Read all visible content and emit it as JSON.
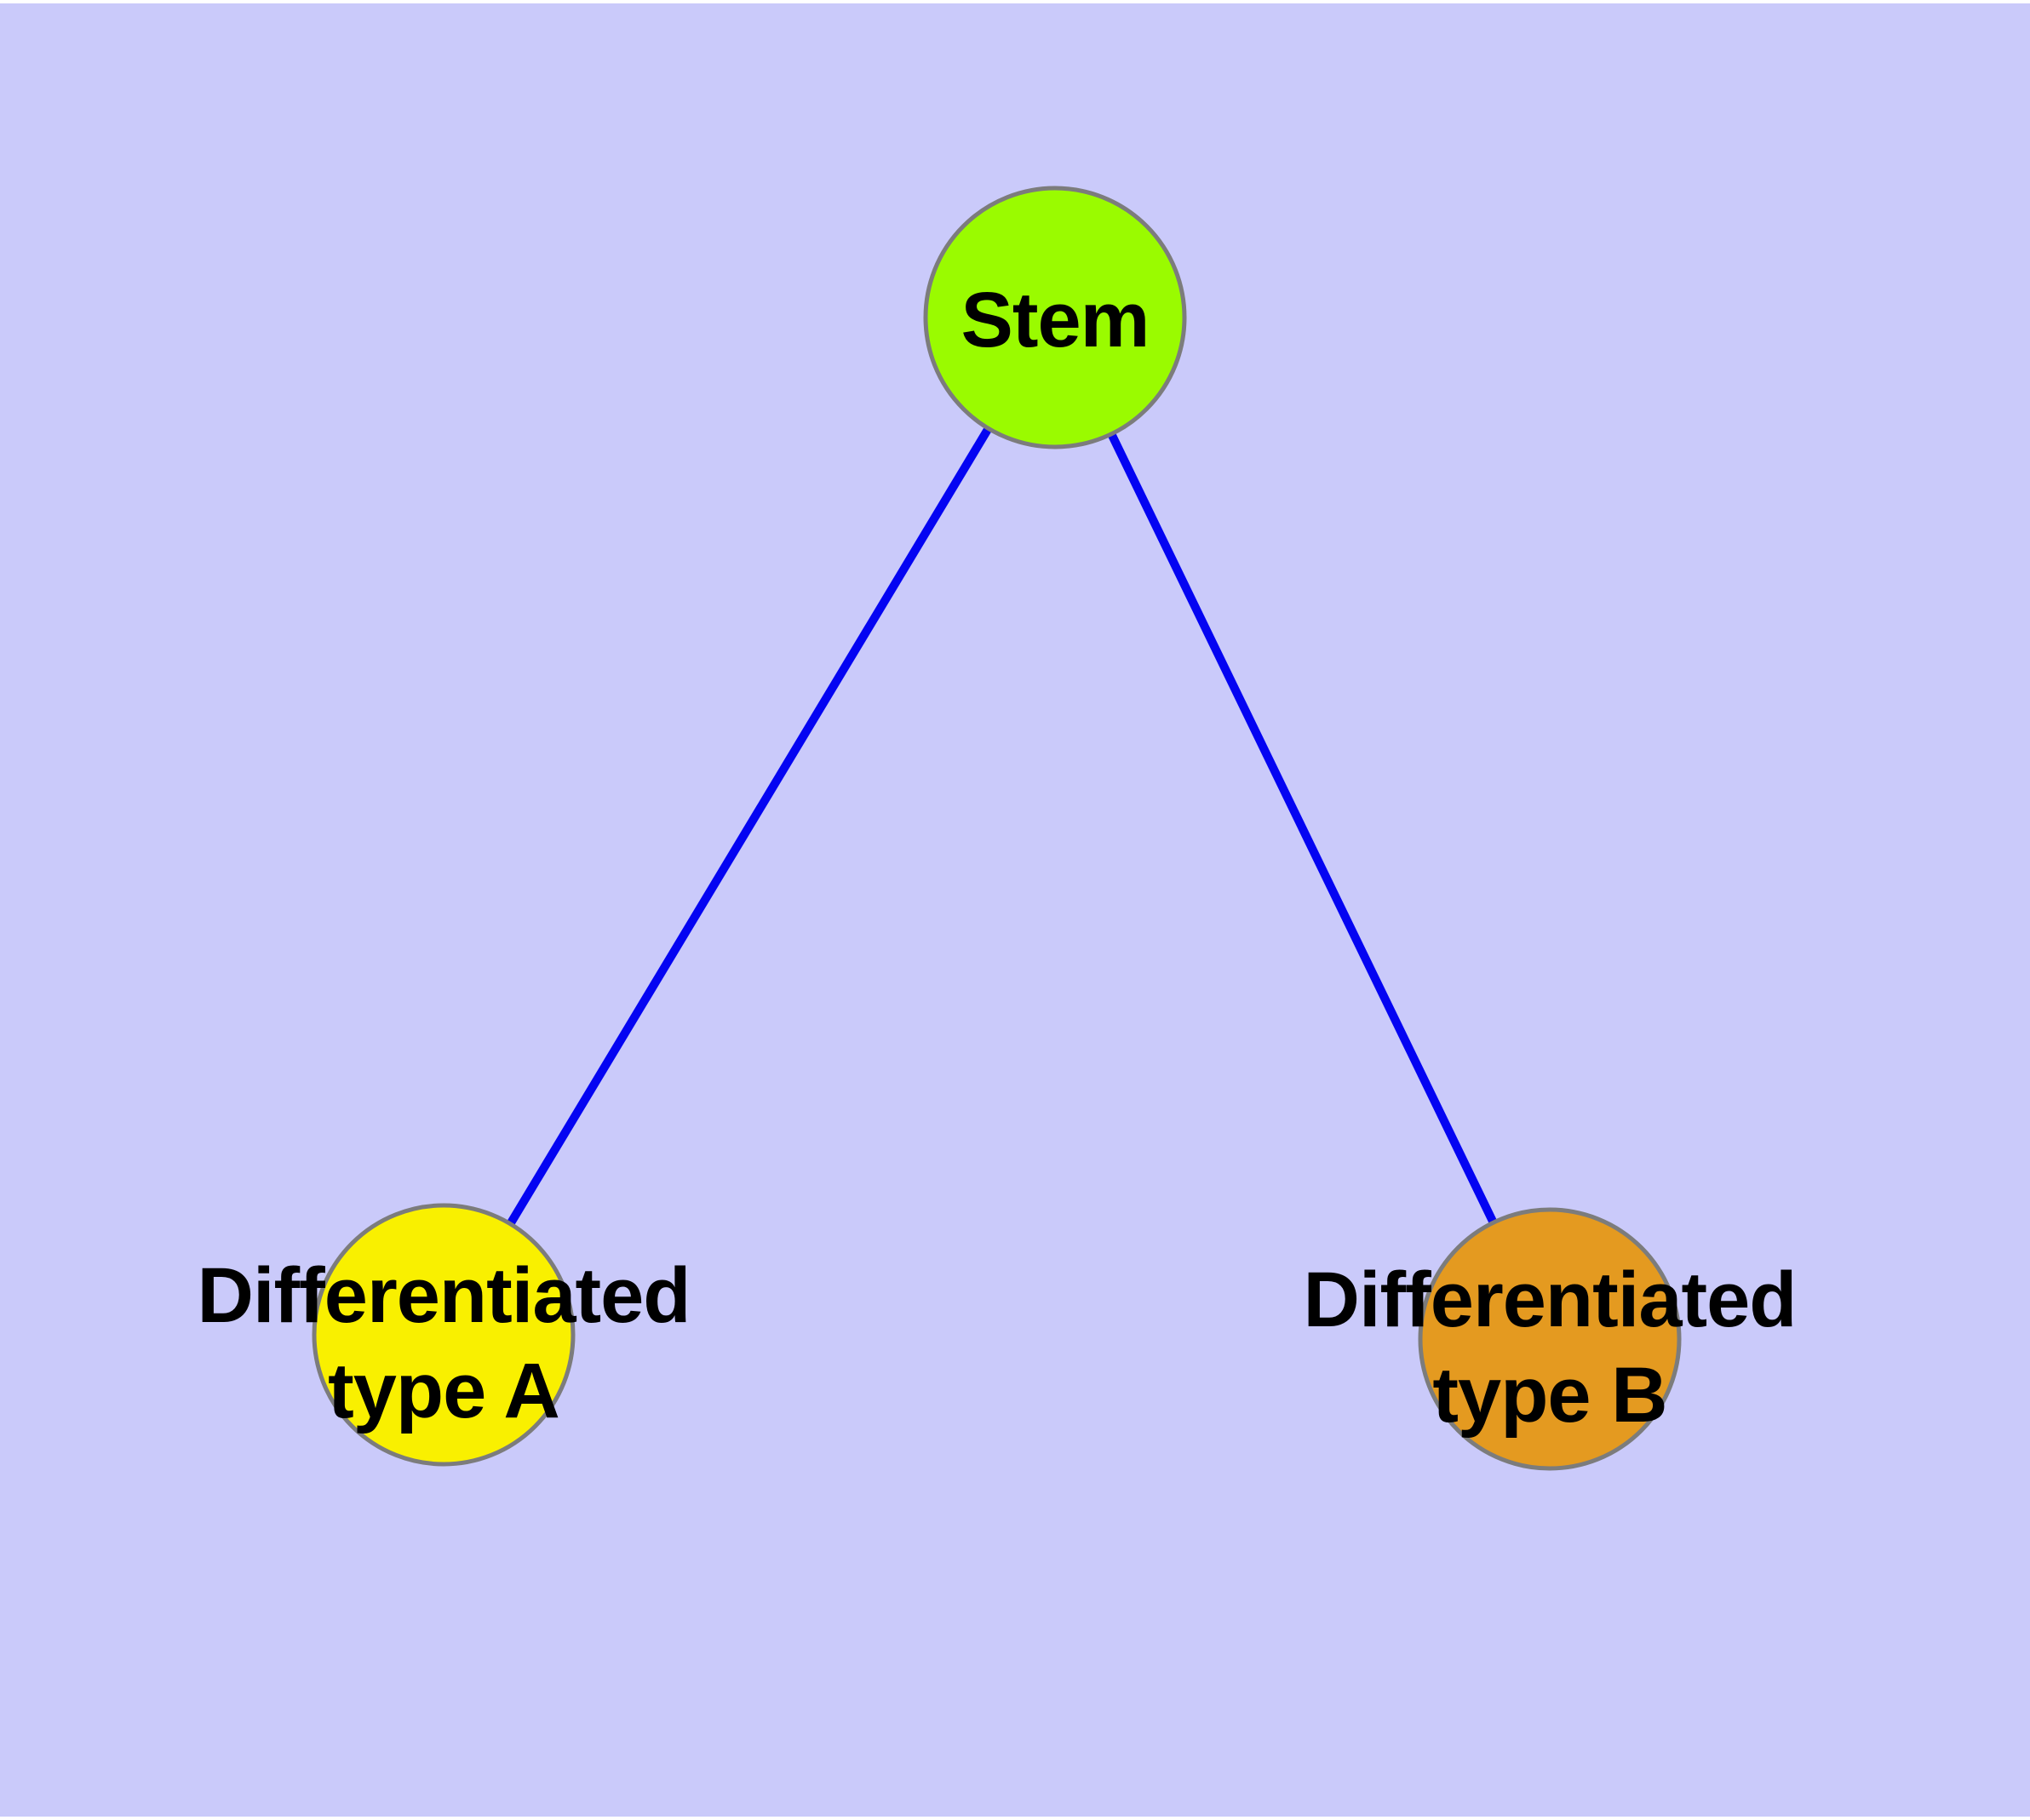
{
  "figure": {
    "background_color": "#CACAFA",
    "margin_color": "#FFFFFF",
    "edge_color": "#0404F2",
    "node_border_color": "#7C7C7C",
    "label_color": "#000000"
  },
  "nodes": [
    {
      "id": "stem",
      "label": "Stem",
      "fill": "#9AFB00"
    },
    {
      "id": "differentiated-type-a",
      "label_line1": "Differentiated",
      "label_line2": "type A",
      "fill": "#F9F000"
    },
    {
      "id": "differentiated-type-b",
      "label_line1": "Differentiated",
      "label_line2": "type B",
      "fill": "#E49A20"
    }
  ],
  "edges": [
    {
      "from": "Stem",
      "to": "Differentiated type A"
    },
    {
      "from": "Stem",
      "to": "Differentiated type B"
    }
  ]
}
